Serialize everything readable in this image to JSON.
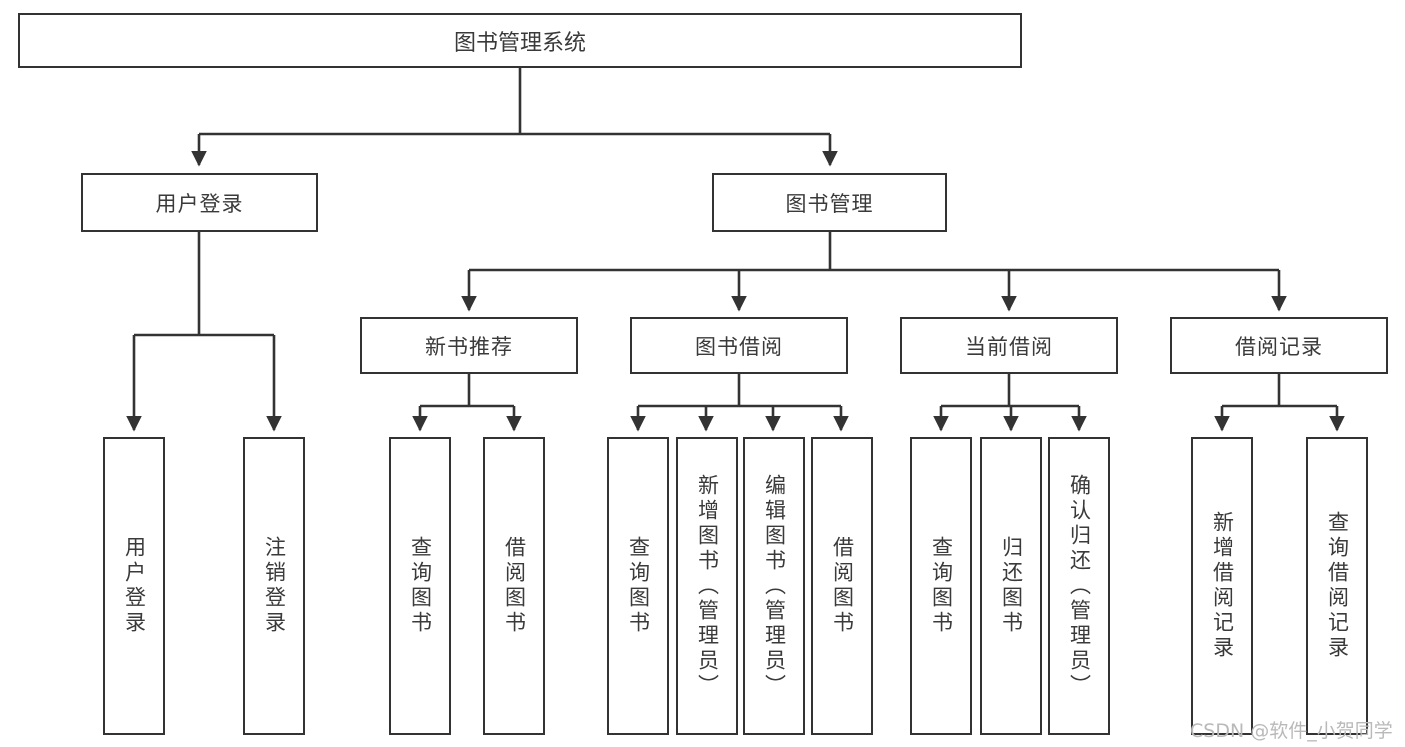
{
  "diagram": {
    "title": "图书管理系统",
    "type": "tree",
    "orientation": "top-down",
    "line_color": "#333333",
    "box_fill": "#ffffff",
    "text_color": "#3a3a3a",
    "nodes": {
      "root": {
        "label": "图书管理系统"
      },
      "level2": [
        {
          "id": "user-login",
          "label": "用户登录"
        },
        {
          "id": "book-manage",
          "label": "图书管理"
        }
      ],
      "level3": [
        {
          "id": "new-book-recommend",
          "label": "新书推荐"
        },
        {
          "id": "book-borrow",
          "label": "图书借阅"
        },
        {
          "id": "current-borrow",
          "label": "当前借阅"
        },
        {
          "id": "borrow-record",
          "label": "借阅记录"
        }
      ],
      "leaves": {
        "user-login": [
          {
            "id": "leaf-user-login",
            "label": "用户登录"
          },
          {
            "id": "leaf-logout",
            "label": "注销登录"
          }
        ],
        "new-book-recommend": [
          {
            "id": "leaf-query-book-1",
            "label": "查询图书"
          },
          {
            "id": "leaf-borrow-book-1",
            "label": "借阅图书"
          }
        ],
        "book-borrow": [
          {
            "id": "leaf-query-book-2",
            "label": "查询图书"
          },
          {
            "id": "leaf-add-book",
            "label": "新增图书（管理员）"
          },
          {
            "id": "leaf-edit-book",
            "label": "编辑图书（管理员）"
          },
          {
            "id": "leaf-borrow-book-2",
            "label": "借阅图书"
          }
        ],
        "current-borrow": [
          {
            "id": "leaf-query-book-3",
            "label": "查询图书"
          },
          {
            "id": "leaf-return-book",
            "label": "归还图书"
          },
          {
            "id": "leaf-confirm-return",
            "label": "确认归还（管理员）"
          }
        ],
        "borrow-record": [
          {
            "id": "leaf-add-record",
            "label": "新增借阅记录"
          },
          {
            "id": "leaf-query-record",
            "label": "查询借阅记录"
          }
        ]
      }
    }
  },
  "watermark": {
    "text": "CSDN @软件_小贺同学"
  }
}
